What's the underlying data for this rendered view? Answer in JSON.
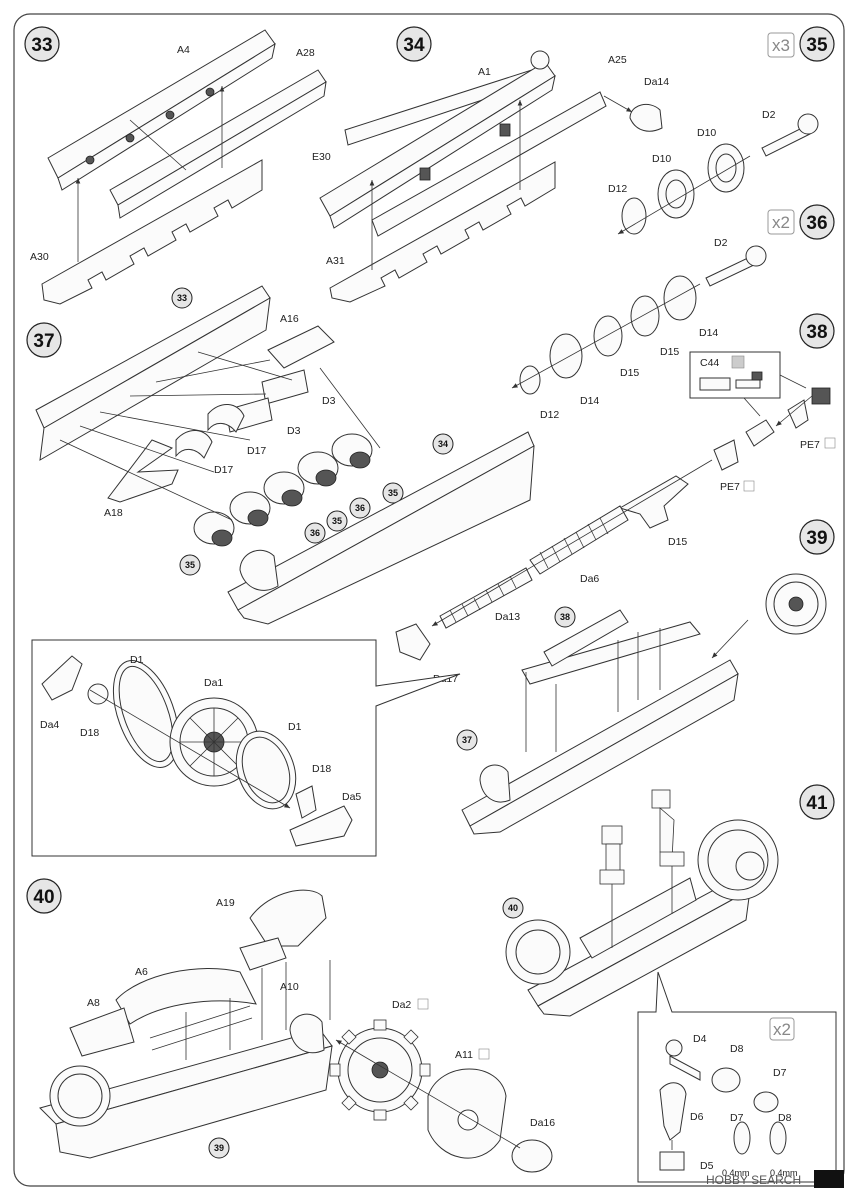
{
  "steps": [
    {
      "number": "33"
    },
    {
      "number": "34"
    },
    {
      "number": "35",
      "multiplier": "x3"
    },
    {
      "number": "36",
      "multiplier": "x2"
    },
    {
      "number": "37"
    },
    {
      "number": "38"
    },
    {
      "number": "39"
    },
    {
      "number": "40"
    },
    {
      "number": "41"
    }
  ],
  "step_refs": [
    "33",
    "34",
    "35",
    "36",
    "37",
    "38",
    "39",
    "40"
  ],
  "part_labels": {
    "s33": [
      "A4",
      "A28",
      "A30"
    ],
    "s34": [
      "A1",
      "A25",
      "Da14",
      "E30",
      "A31"
    ],
    "s35": [
      "D2",
      "D10",
      "D10",
      "D12"
    ],
    "s36": [
      "D2",
      "D14",
      "D15",
      "D15",
      "D14",
      "D12"
    ],
    "s37": [
      "A16",
      "D3",
      "D3",
      "D17",
      "D17",
      "A18"
    ],
    "s38": [
      "C44",
      "PE7",
      "PE7",
      "D15",
      "Da6",
      "Da13",
      "Da17"
    ],
    "detail": [
      "Da4",
      "D18",
      "D1",
      "Da1",
      "D1",
      "D18",
      "Da5"
    ],
    "s40": [
      "A19",
      "A6",
      "A8",
      "A10",
      "Da2",
      "A11",
      "Da16"
    ],
    "s41_detail": [
      "x2",
      "D4",
      "D8",
      "D7",
      "D6",
      "D7",
      "D8",
      "D5",
      "0.4mm",
      "0.4mm"
    ]
  },
  "watermark": "HOBBY SEARCH",
  "colors": {
    "line": "#333333",
    "paper": "#ffffff",
    "circle": "#e6e6e6",
    "watermark_bg": "#111111"
  }
}
